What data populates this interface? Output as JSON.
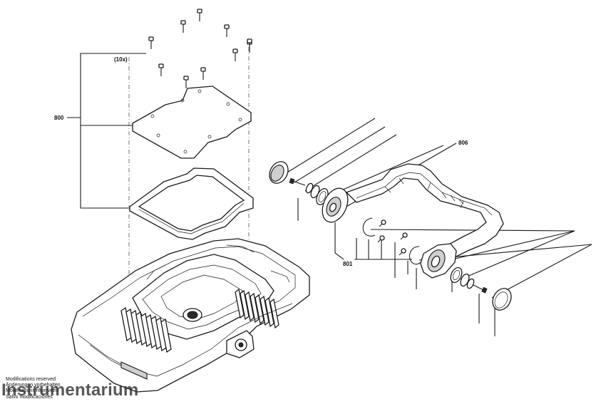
{
  "labels": {
    "qty": "(10x)",
    "cover_group": "800",
    "frame_group": "806",
    "hinge_group": "801"
  },
  "footer": {
    "line1": "Modifications reserved",
    "line2": "Änderungen vorbehalten",
    "line3": "Modifications réservées",
    "line4": "Salvo modificaciones"
  },
  "watermark": "Instrumentarium"
}
